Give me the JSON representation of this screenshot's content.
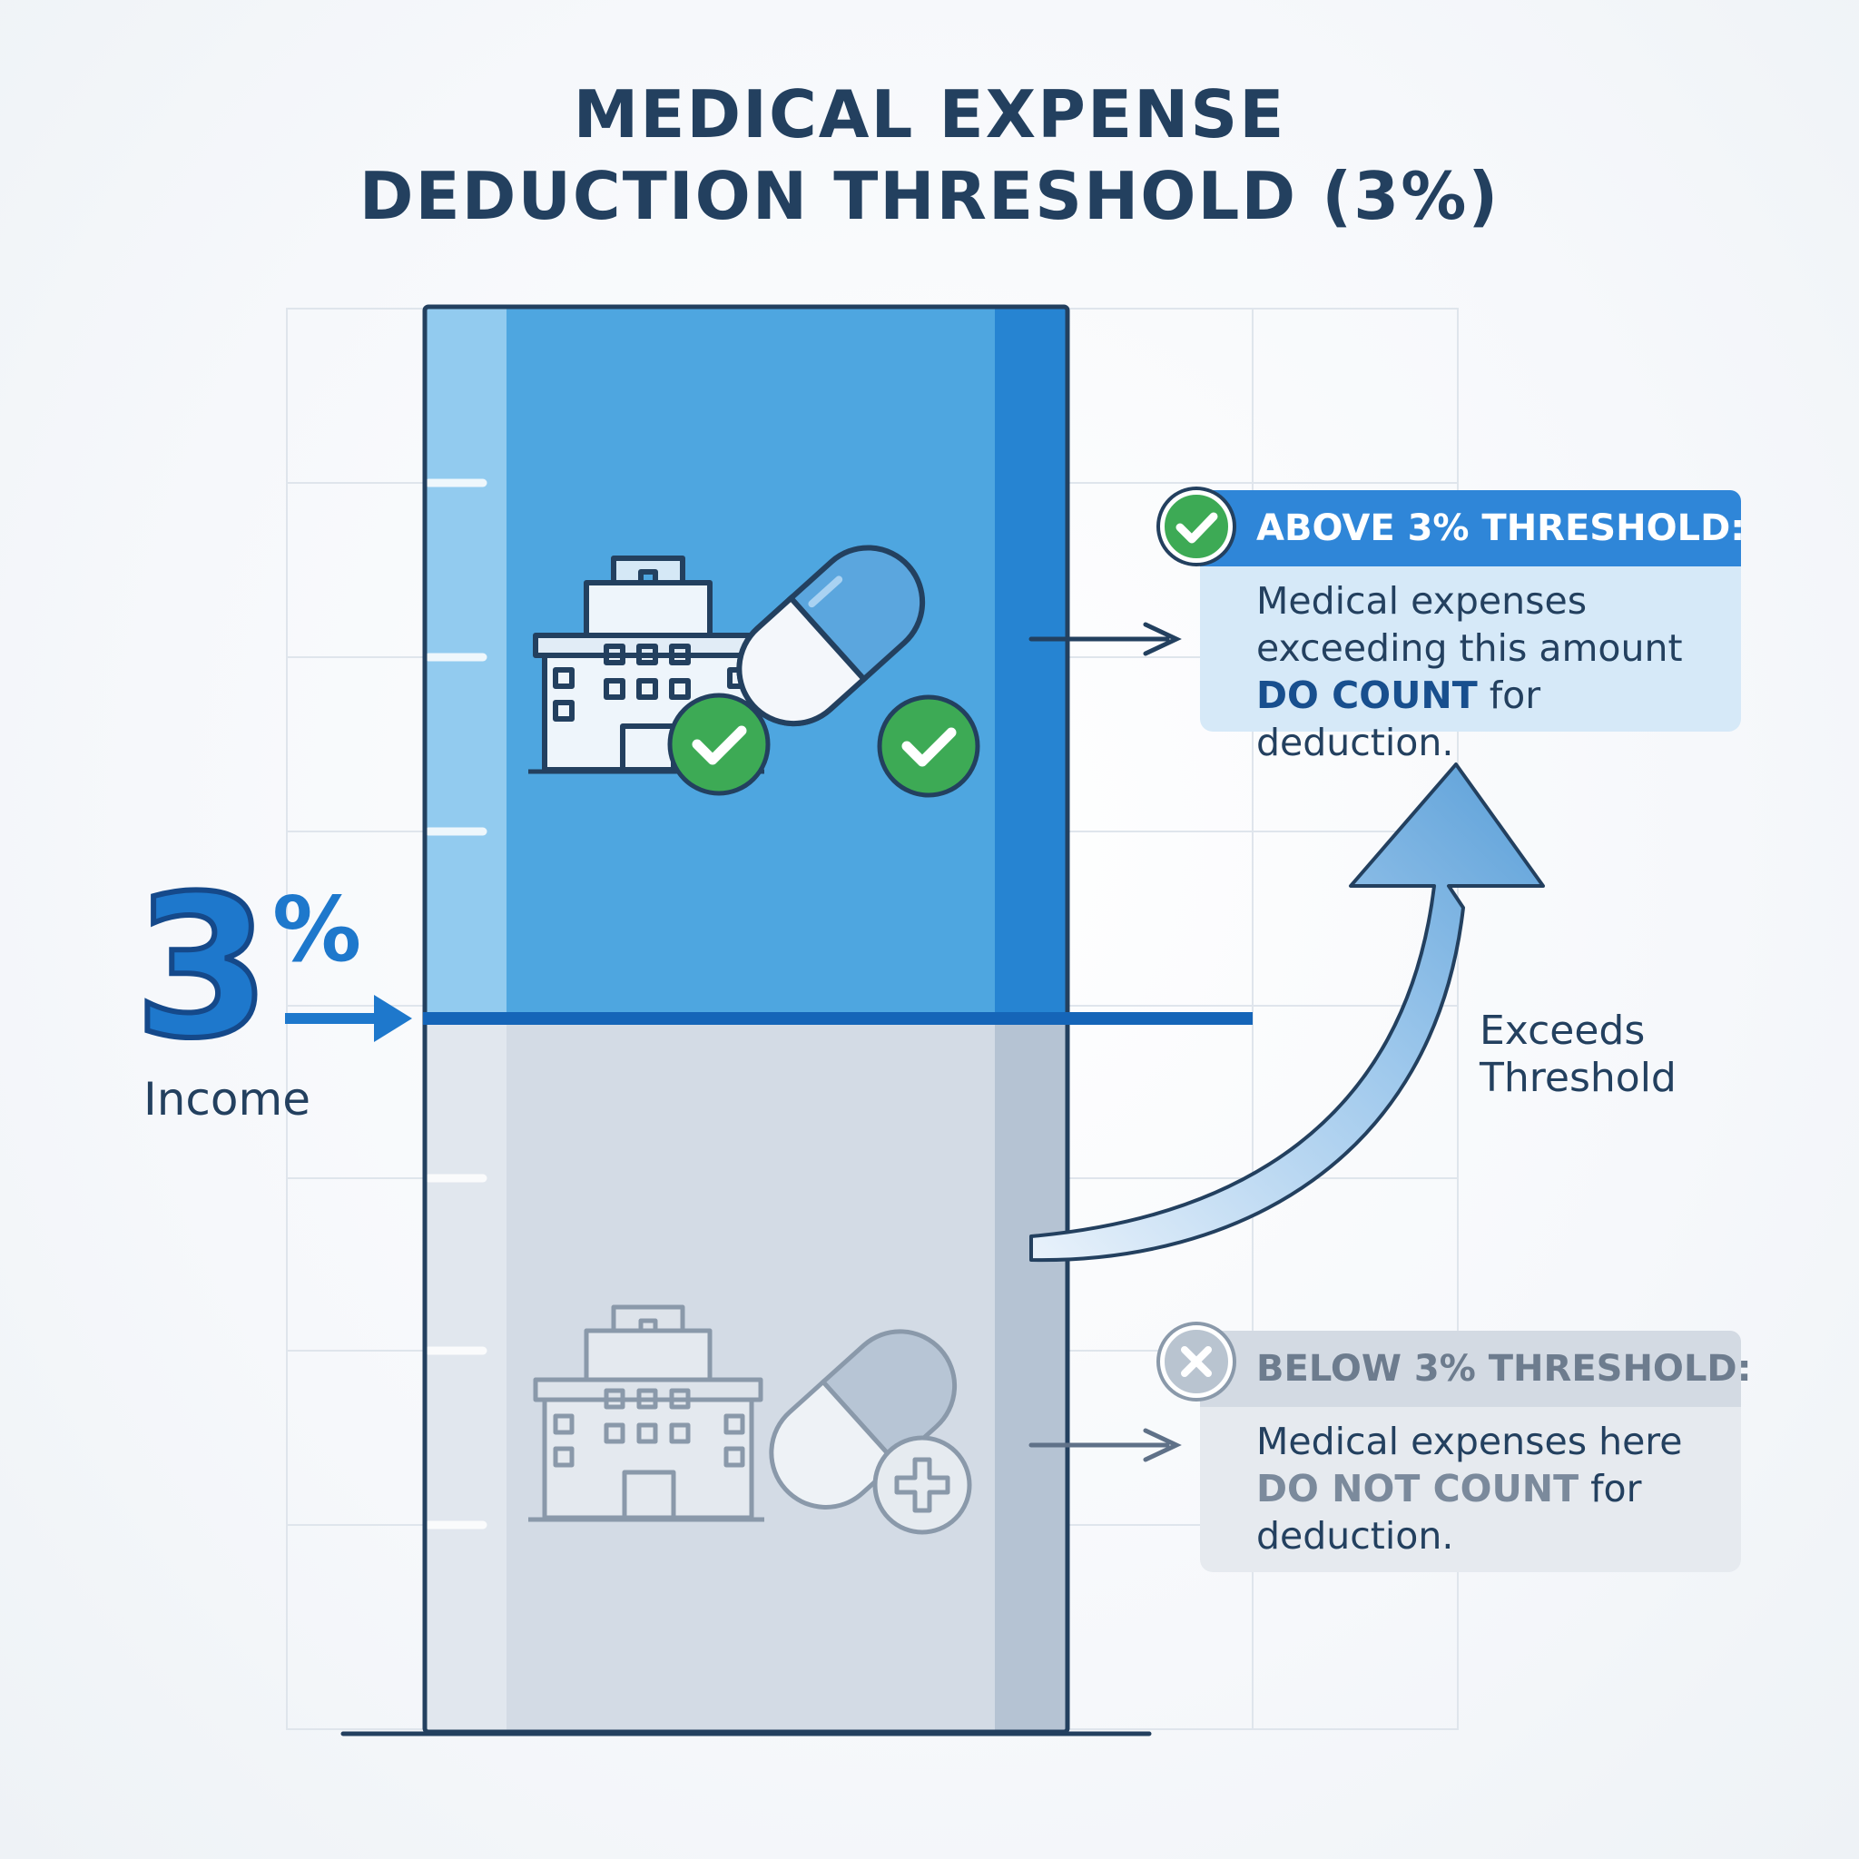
{
  "title": {
    "line1": "MEDICAL EXPENSE",
    "line2": "DEDUCTION THRESHOLD (3%)"
  },
  "threshold": {
    "number": "3",
    "percent_sign": "%",
    "label": "Income",
    "threshold_fraction": 0.5
  },
  "above": {
    "header": "ABOVE 3% THRESHOLD:",
    "body_line1": "Medical expenses",
    "body_line2": "exceeding this amount",
    "body_strong": "DO COUNT",
    "body_tail": " for deduction.",
    "badge_icon": "check-icon"
  },
  "below": {
    "header": "BELOW 3% THRESHOLD:",
    "body_line1": "Medical expenses here",
    "body_strong": "DO NOT COUNT",
    "body_tail": " for",
    "body_line3": "deduction.",
    "badge_icon": "x-icon"
  },
  "arrow_label": {
    "line1": "Exceeds",
    "line2": "Threshold"
  },
  "colors": {
    "title": "#23405f",
    "above_fill": "#4ea6e0",
    "above_accent": "#2f86d8",
    "below_fill": "#d3dbe5",
    "threshold_line": "#1565b8",
    "check_green": "#3daa55",
    "gray_icon": "#8a99aa"
  }
}
